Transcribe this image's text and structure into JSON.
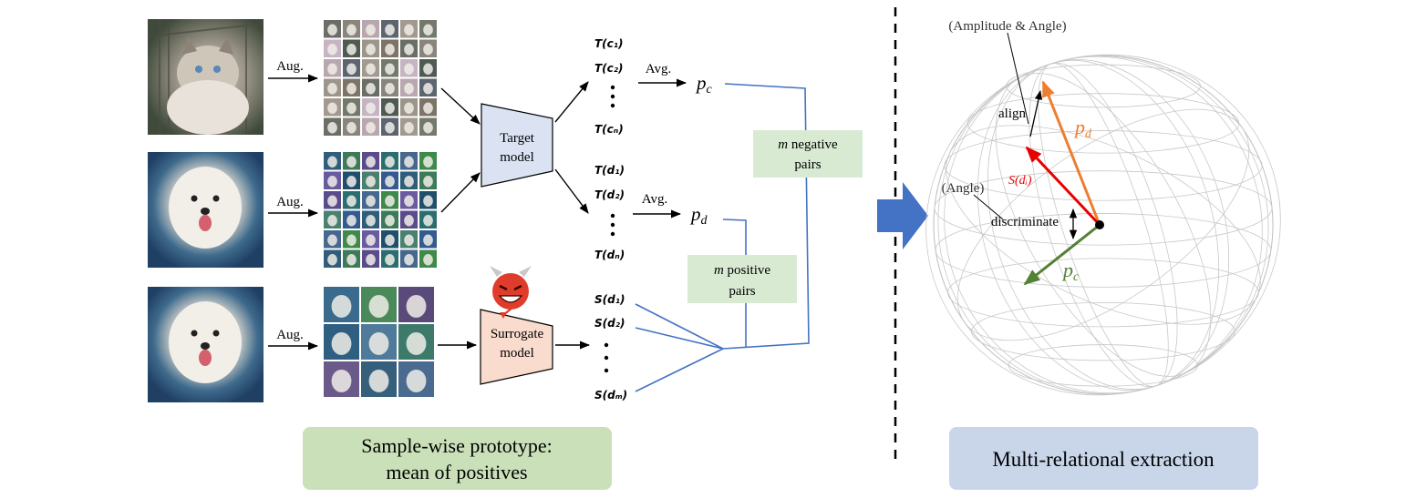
{
  "labels": {
    "aug": "Aug.",
    "avg": "Avg.",
    "target_model": [
      "Target",
      "model"
    ],
    "surrogate_model": [
      "Surrogate",
      "model"
    ],
    "t_c": [
      "T(c₁)",
      "T(c₂)",
      "T(cₙ)"
    ],
    "t_d": [
      "T(d₁)",
      "T(d₂)",
      "T(dₙ)"
    ],
    "s_d": [
      "S(d₁)",
      "S(d₂)",
      "S(dₘ)"
    ],
    "p_c": "pc",
    "p_d": "pd",
    "negative_pairs": [
      "m negative",
      "pairs"
    ],
    "positive_pairs": [
      "m positive",
      "pairs"
    ],
    "sample_wise": [
      "Sample-wise prototype:",
      "mean of positives"
    ],
    "multi_relational": "Multi-relational extraction",
    "amplitude_angle": "(Amplitude & Angle)",
    "angle": "(Angle)",
    "align": "align",
    "discriminate": "discriminate",
    "s_di": "S(dᵢ)"
  },
  "colors": {
    "target_box": "#dbe3f3",
    "surrogate_box": "#f9dccd",
    "pairs_box": "#d9ead3",
    "bottom_left_box": "#c9e0b8",
    "bottom_right_box": "#c9d6ea",
    "blue_line": "#4472c4",
    "big_arrow": "#4472c4",
    "orange": "#ed7d31",
    "red": "#e60000",
    "green": "#538135",
    "devil": "#e03c2b"
  },
  "icons": [
    "cat-photo",
    "dog-photo",
    "augmented-grid",
    "devil-icon",
    "sphere"
  ]
}
